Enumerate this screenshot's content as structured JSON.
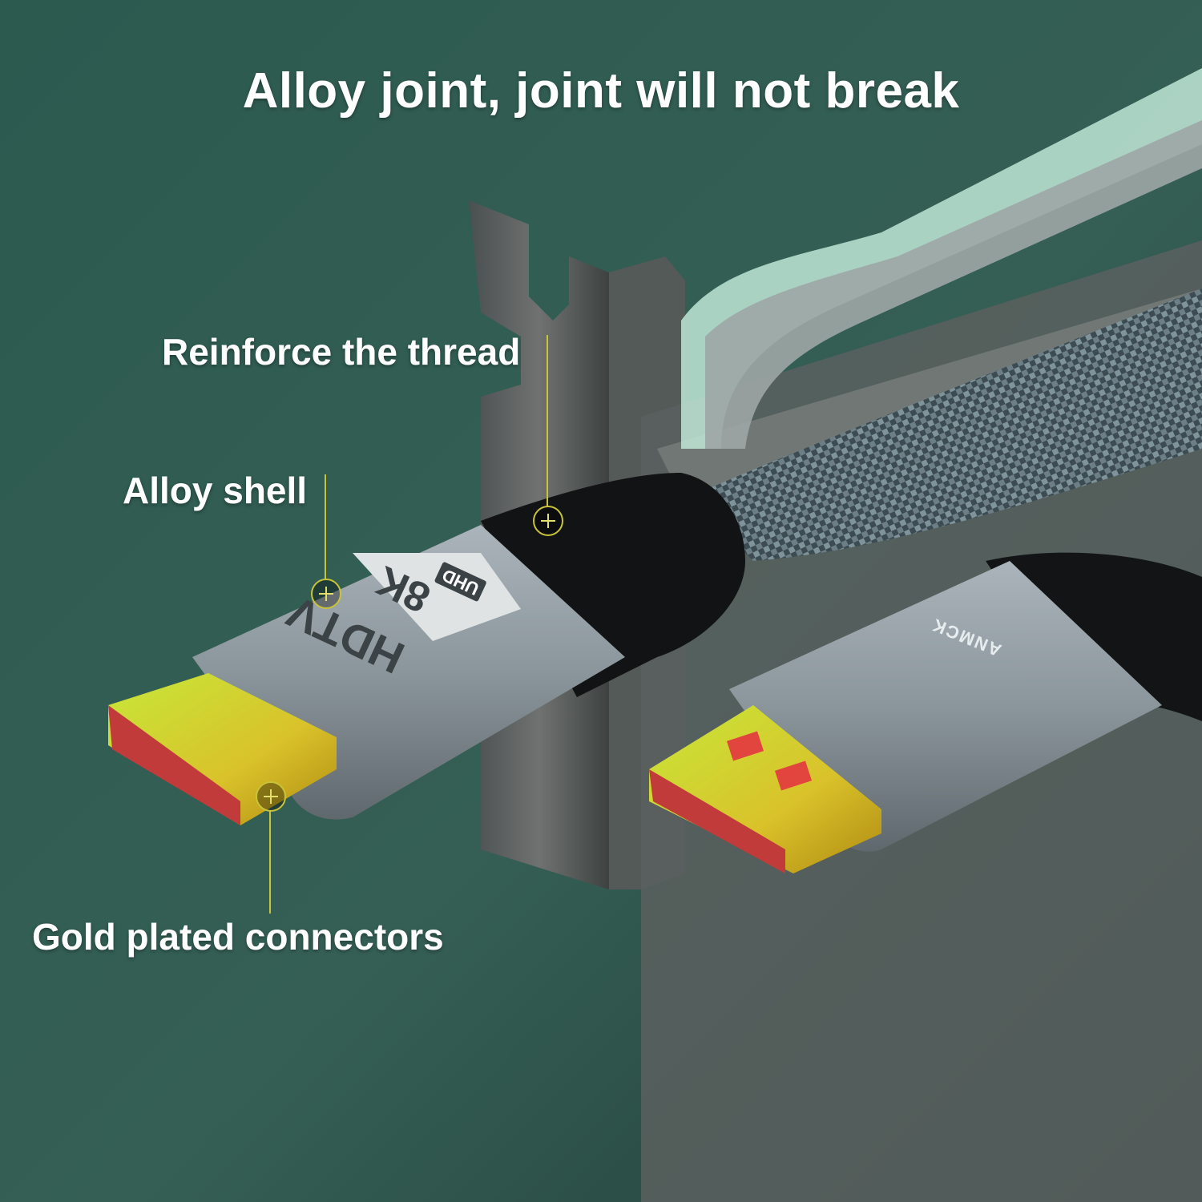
{
  "headline": "Alloy joint, joint will not break",
  "callouts": {
    "reinforce_thread": "Reinforce the thread",
    "alloy_shell": "Alloy shell",
    "gold_connectors": "Gold plated connectors"
  },
  "product_marks": {
    "hdtv": "HDTV",
    "resolution": "8K",
    "uhd": "UHD",
    "brand": "ANMCK"
  },
  "colors": {
    "background": "#2f5a50",
    "shell": "#8a959b",
    "connector_gold": "#d9c636",
    "pin_red": "#d24a4a",
    "callout_line": "#c9c33a"
  }
}
